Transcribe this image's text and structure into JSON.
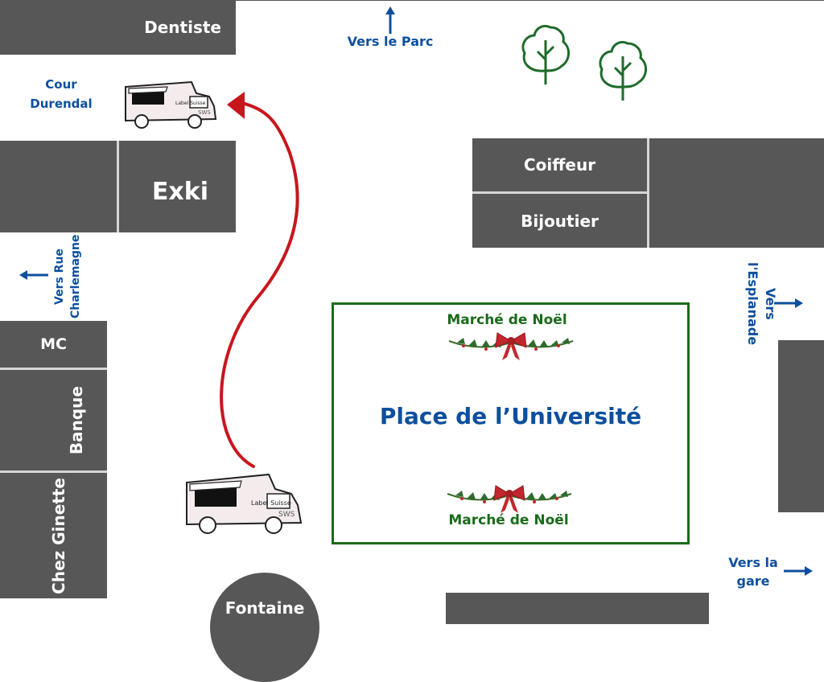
{
  "buildings": {
    "dentiste": "Dentiste",
    "exki": "Exki",
    "coiffeur": "Coiffeur",
    "bijoutier": "Bijoutier",
    "mc": "MC",
    "banque": "Banque",
    "chez_ginette": "Chez Ginette",
    "fontaine": "Fontaine"
  },
  "directions": {
    "vers_parc": "Vers le Parc",
    "cour_durendal": "Cour Durendal",
    "vers_rue_charlemagne": "Vers Rue Charlemagne",
    "vers_esplanade": "Vers l'Esplanade",
    "vers_gare": "Vers la gare"
  },
  "place": {
    "title": "Place de l’Université",
    "marche_top": "Marché de Noël",
    "marche_bottom": "Marché de Noël"
  },
  "food_truck": {
    "label": "Label Suisse",
    "logo": "SWS"
  },
  "colors": {
    "building": "#575757",
    "direction_text": "#0d4f9e",
    "market_green": "#1a6b1a",
    "route_arrow": "#c8161d",
    "tree": "#1e6b2a"
  },
  "icons": [
    "arrow-up-icon",
    "arrow-left-icon",
    "arrow-right-icon",
    "tree-icon",
    "food-truck-icon",
    "garland-bow-icon",
    "route-arrow-icon"
  ]
}
